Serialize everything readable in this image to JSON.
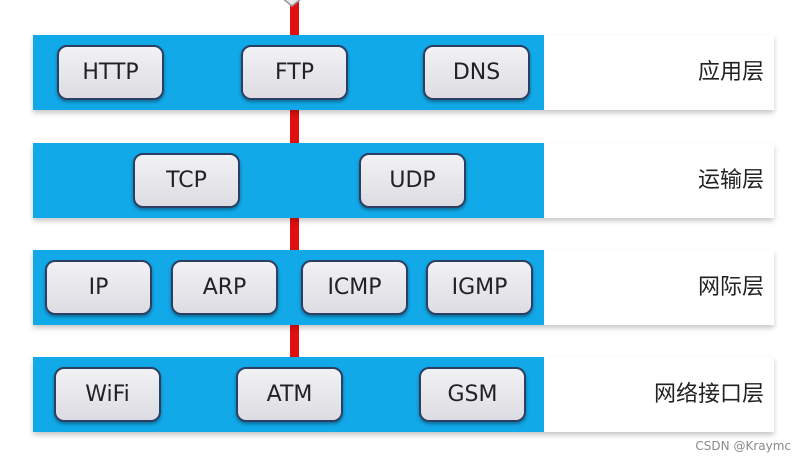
{
  "colors": {
    "band": "#11a9e8",
    "line": "#e01010",
    "box_border": "#2d3e63"
  },
  "top_device_icon": "router-icon",
  "layers": [
    {
      "name": "应用层",
      "protocols": [
        "HTTP",
        "FTP",
        "DNS"
      ]
    },
    {
      "name": "运输层",
      "protocols": [
        "TCP",
        "UDP"
      ]
    },
    {
      "name": "网际层",
      "protocols": [
        "IP",
        "ARP",
        "ICMP",
        "IGMP"
      ]
    },
    {
      "name": "网络接口层",
      "protocols": [
        "WiFi",
        "ATM",
        "GSM"
      ]
    }
  ],
  "watermark": "CSDN @Kraymc"
}
